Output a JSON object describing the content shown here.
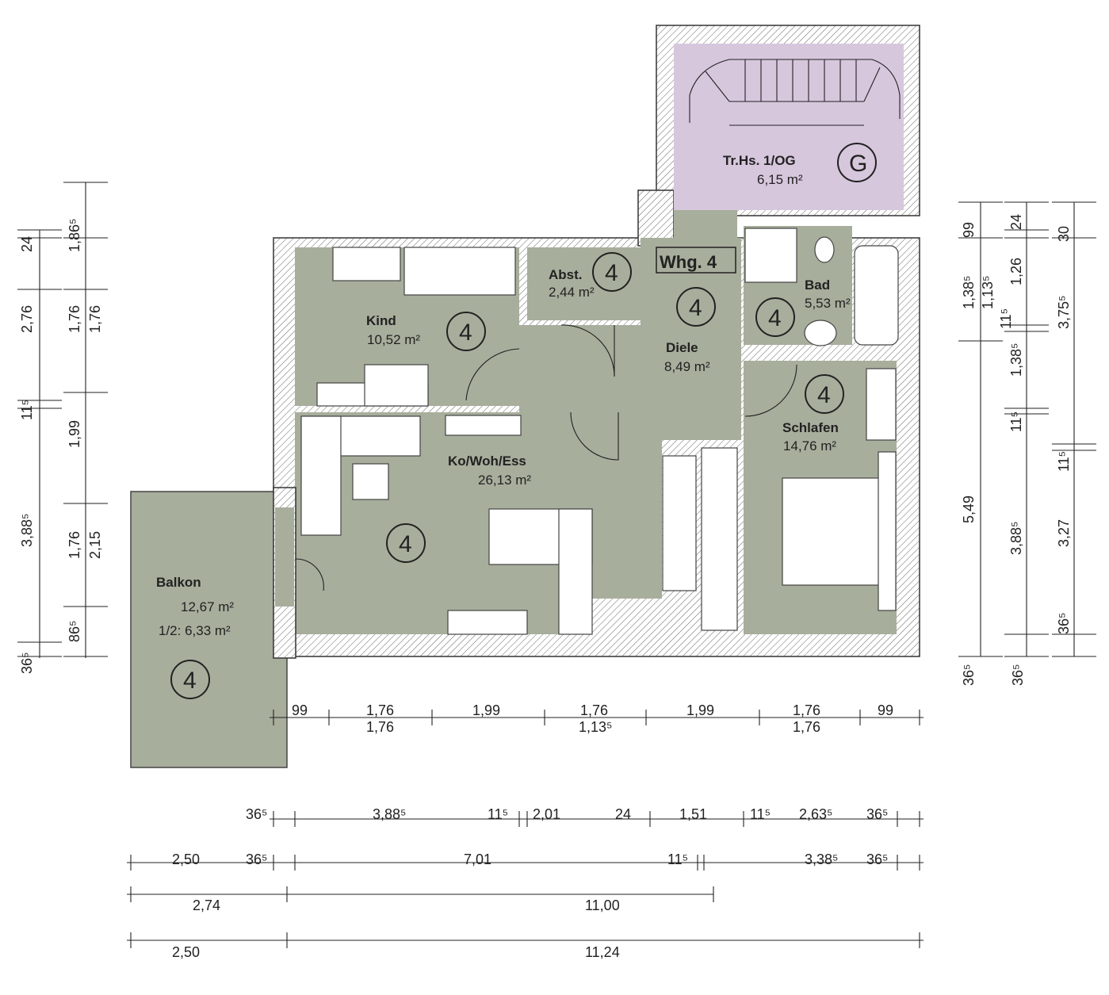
{
  "rooms": {
    "stair": {
      "name": "Tr.Hs. 1/OG",
      "area": "6,15 m²",
      "badge": "G"
    },
    "kind": {
      "name": "Kind",
      "area": "10,52 m²",
      "badge": "4"
    },
    "abst": {
      "name": "Abst.",
      "area": "2,44 m²",
      "badge": "4"
    },
    "whg": {
      "label": "Whg. 4"
    },
    "diele": {
      "name": "Diele",
      "area": "8,49 m²",
      "badge": "4"
    },
    "bad": {
      "name": "Bad",
      "area": "5,53 m²",
      "badge": "4"
    },
    "schlafen": {
      "name": "Schlafen",
      "area": "14,76 m²",
      "badge": "4"
    },
    "kowohess": {
      "name": "Ko/Woh/Ess",
      "area": "26,13 m²",
      "badge": "4"
    },
    "balkon": {
      "name": "Balkon",
      "area": "12,67 m²",
      "half": "1/2: 6,33 m²",
      "badge": "4"
    }
  },
  "dims": {
    "left1": [
      "24",
      "2,76",
      "11⁵",
      "3,88⁵",
      "36⁵"
    ],
    "left2": [
      "1,86⁵",
      "1,76",
      "1,99",
      "1,76",
      "86⁵"
    ],
    "left3": [
      "1,76",
      "2,15"
    ],
    "right1": [
      "99",
      "1,38⁵",
      "5,49",
      "36⁵"
    ],
    "right2": [
      "24",
      "1,13⁵",
      "11⁵",
      "1,26",
      "1,38⁵",
      "11⁵",
      "3,88⁵",
      "36⁵"
    ],
    "right3": [
      "30",
      "3,75⁵",
      "11⁵",
      "3,27",
      "36⁵"
    ],
    "rowA": [
      "99",
      "1,76",
      "1,99",
      "1,76",
      "1,99",
      "1,76",
      "99"
    ],
    "rowA2": [
      "1,76",
      "1,13⁵",
      "1,76"
    ],
    "rowB": [
      "36⁵",
      "3,88⁵",
      "11⁵",
      "2,01",
      "24",
      "1,51",
      "11⁵",
      "2,63⁵",
      "36⁵"
    ],
    "rowC": [
      "2,50",
      "36⁵",
      "7,01",
      "11⁵",
      "3,38⁵",
      "36⁵"
    ],
    "rowD": [
      "2,74",
      "11,00"
    ],
    "rowE": [
      "2,50",
      "11,24"
    ]
  }
}
